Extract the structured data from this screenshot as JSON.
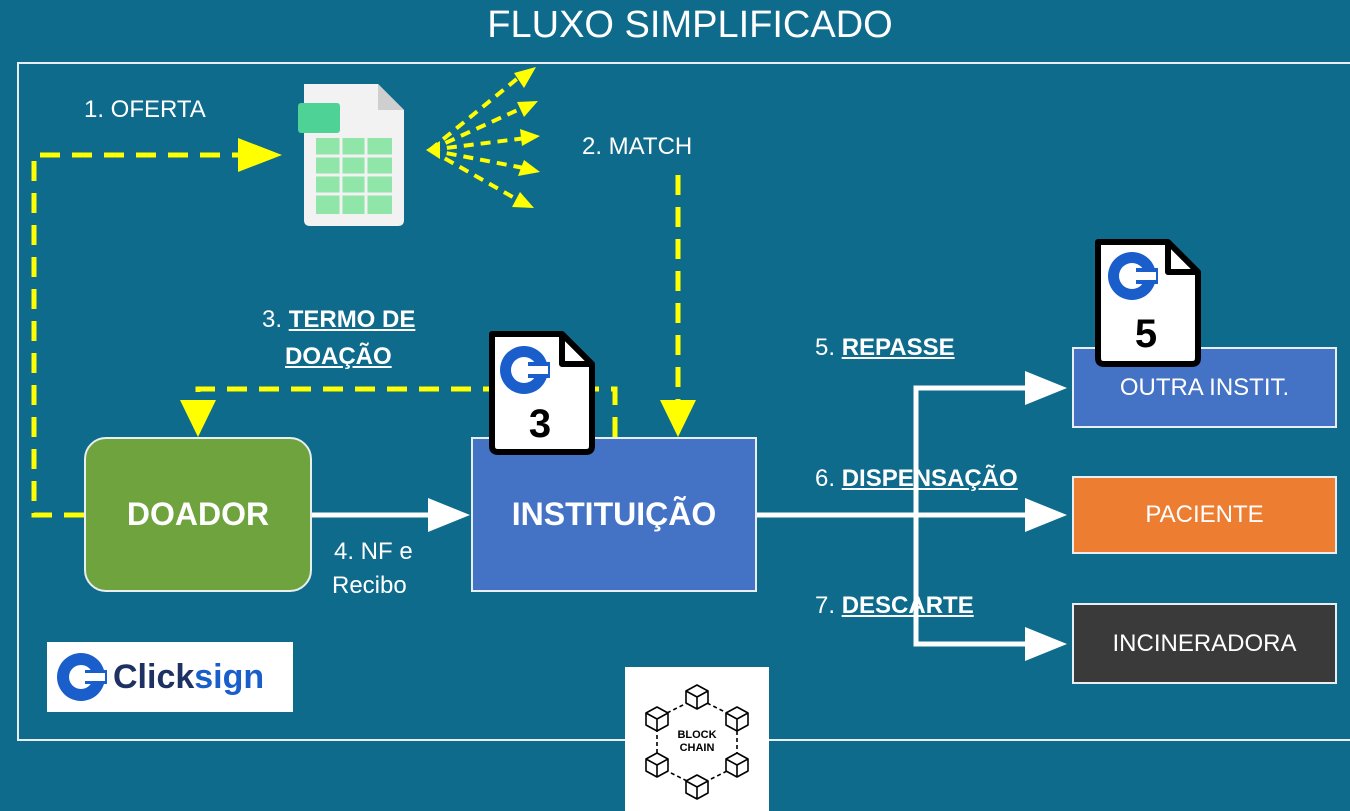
{
  "title": "FLUXO SIMPLIFICADO",
  "labels": {
    "oferta": "1. OFERTA",
    "match": "2. MATCH",
    "termo_prefix": "3.",
    "termo_line1": "TERMO DE",
    "termo_line2": "DOAÇÃO",
    "nf_line1": "4. NF e",
    "nf_line2": "Recibo",
    "repasse_prefix": "5.",
    "repasse": "REPASSE",
    "dispensacao_prefix": "6.",
    "dispensacao": "DISPENSAÇÃO",
    "descarte_prefix": "7.",
    "descarte": "DESCARTE"
  },
  "nodes": {
    "doador": "DOADOR",
    "instituicao": "INSTITUIÇÃO",
    "outra": "OUTRA INSTIT.",
    "paciente": "PACIENTE",
    "incineradora": "INCINERADORA"
  },
  "docs": {
    "doc3": "3",
    "doc5": "5"
  },
  "logo": {
    "click": "Click",
    "sign": "sign"
  },
  "blockchain": {
    "line1": "BLOCK",
    "line2": "CHAIN"
  },
  "colors": {
    "background": "#0e6b8c",
    "flow_yellow": "#ffff00",
    "doador": "#6fa33e",
    "instituicao": "#4472c4",
    "outra": "#4472c4",
    "paciente": "#ed7d31",
    "incineradora": "#3a3a3a",
    "clicksign_blue": "#1a5ecb"
  }
}
